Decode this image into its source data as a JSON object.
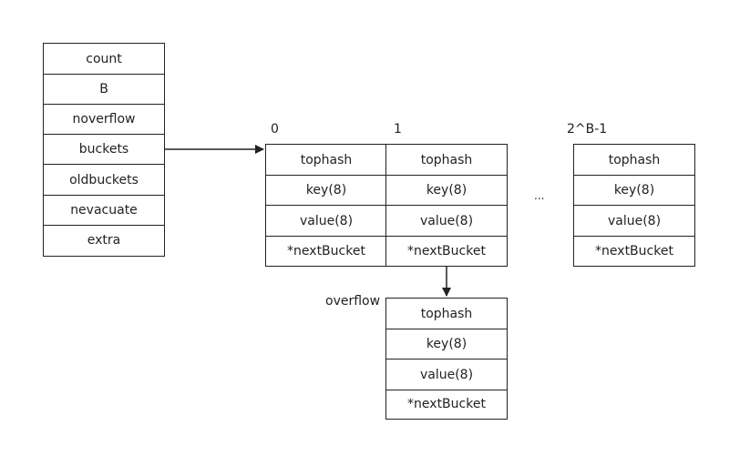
{
  "hmap": {
    "fields": [
      "count",
      "B",
      "noverflow",
      "buckets",
      "oldbuckets",
      "nevacuate",
      "extra"
    ]
  },
  "bucket_cells": [
    "tophash",
    "key(8)",
    "value(8)",
    "*nextBucket"
  ],
  "labels": {
    "index0": "0",
    "index1": "1",
    "index_last": "2^B-1",
    "ellipsis": "...",
    "overflow": "overflow"
  },
  "colors": {
    "stroke": "#222222",
    "background": "#ffffff"
  }
}
